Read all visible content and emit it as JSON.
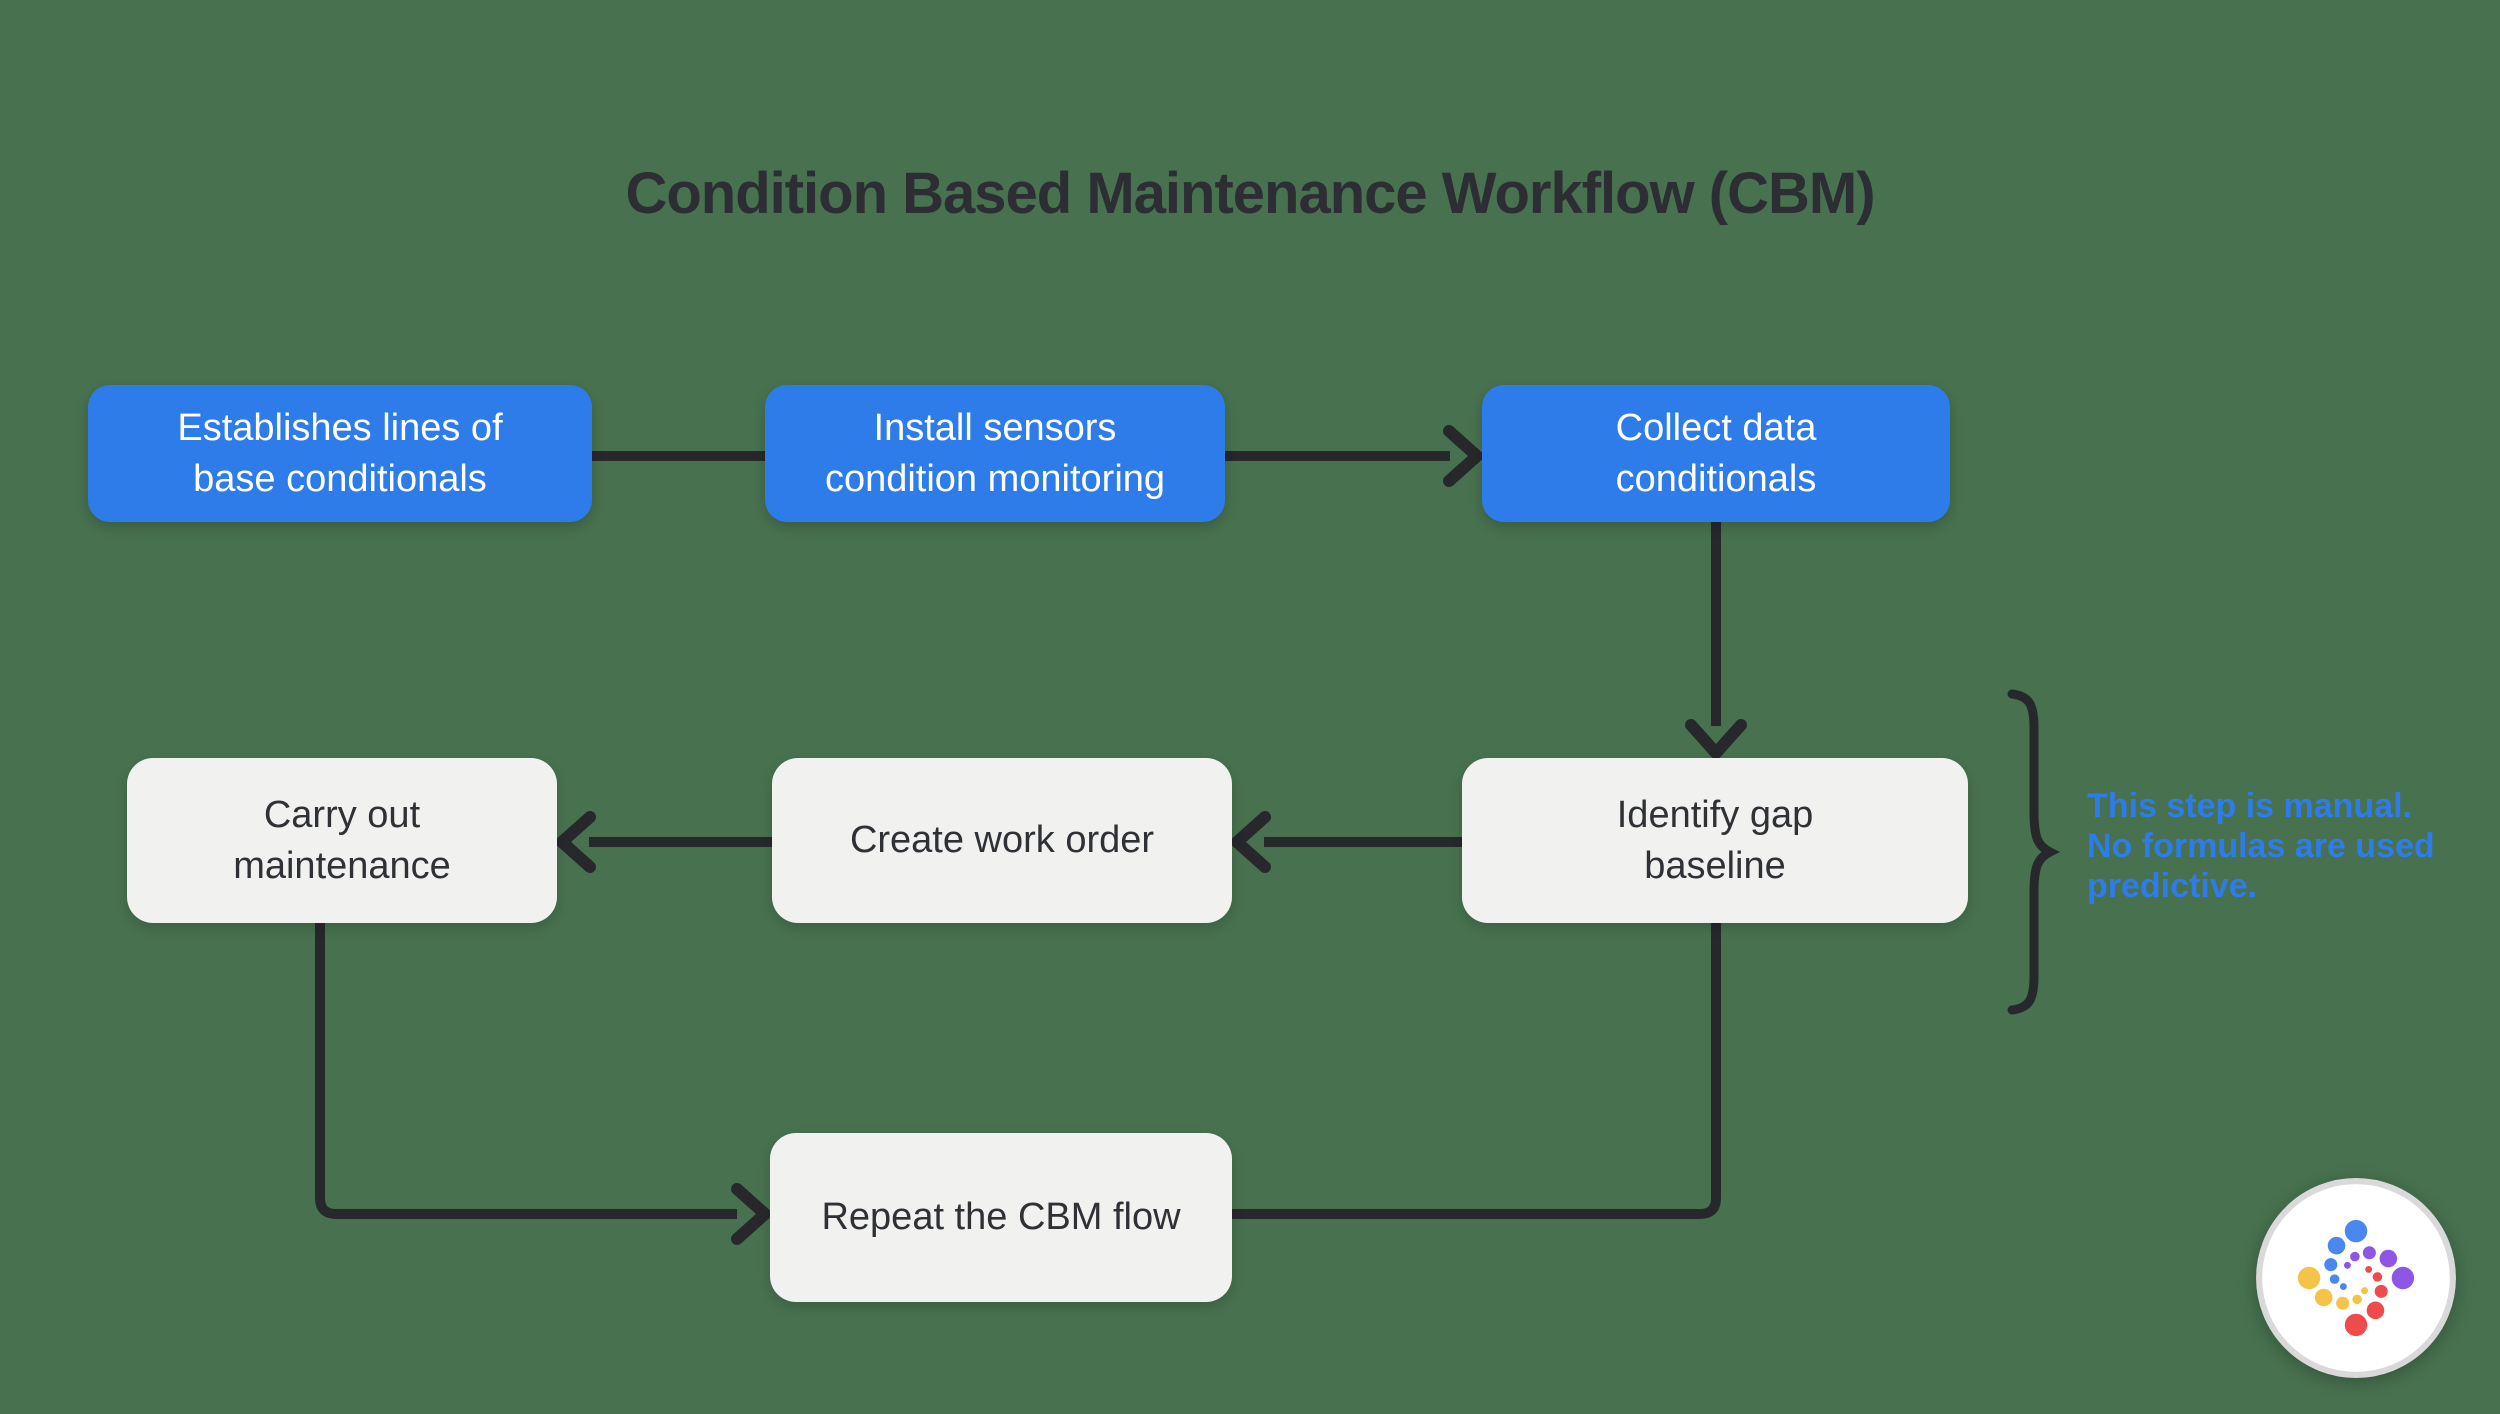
{
  "title": "Condition Based Maintenance Workflow (CBM)",
  "flowchart": {
    "nodes": {
      "establish_baseline": {
        "line1": "Establishes lines of",
        "line2": "base conditionals"
      },
      "install_sensors": {
        "line1": "Install sensors",
        "line2": "condition monitoring"
      },
      "collect_data": {
        "line1": "Collect data",
        "line2": "conditionals"
      },
      "carry_out": {
        "line1": "Carry out",
        "line2": "maintenance"
      },
      "create_work_order": {
        "line1": "Create work order",
        "line2": ""
      },
      "identify_gap": {
        "line1": "Identify gap",
        "line2": "baseline"
      },
      "repeat_flow": {
        "line1": "Repeat the CBM flow",
        "line2": ""
      }
    },
    "annotation": {
      "line1": "This step is manual.",
      "line2": "No formulas are used",
      "line3": "predictive."
    }
  },
  "colors": {
    "background": "#47714F",
    "node_blue": "#2E7CE9",
    "node_light": "#F1F1F0",
    "node_light_text": "#FFFFFF",
    "node_dark_text": "#2F3136",
    "connector": "#26282C",
    "title_text": "#2C2E33",
    "annotation_blue": "#2E7CE9",
    "logo_blue": "#4A87EE",
    "logo_purple": "#8F55E4",
    "logo_red": "#EF4B4C",
    "logo_yellow": "#F6C349"
  }
}
